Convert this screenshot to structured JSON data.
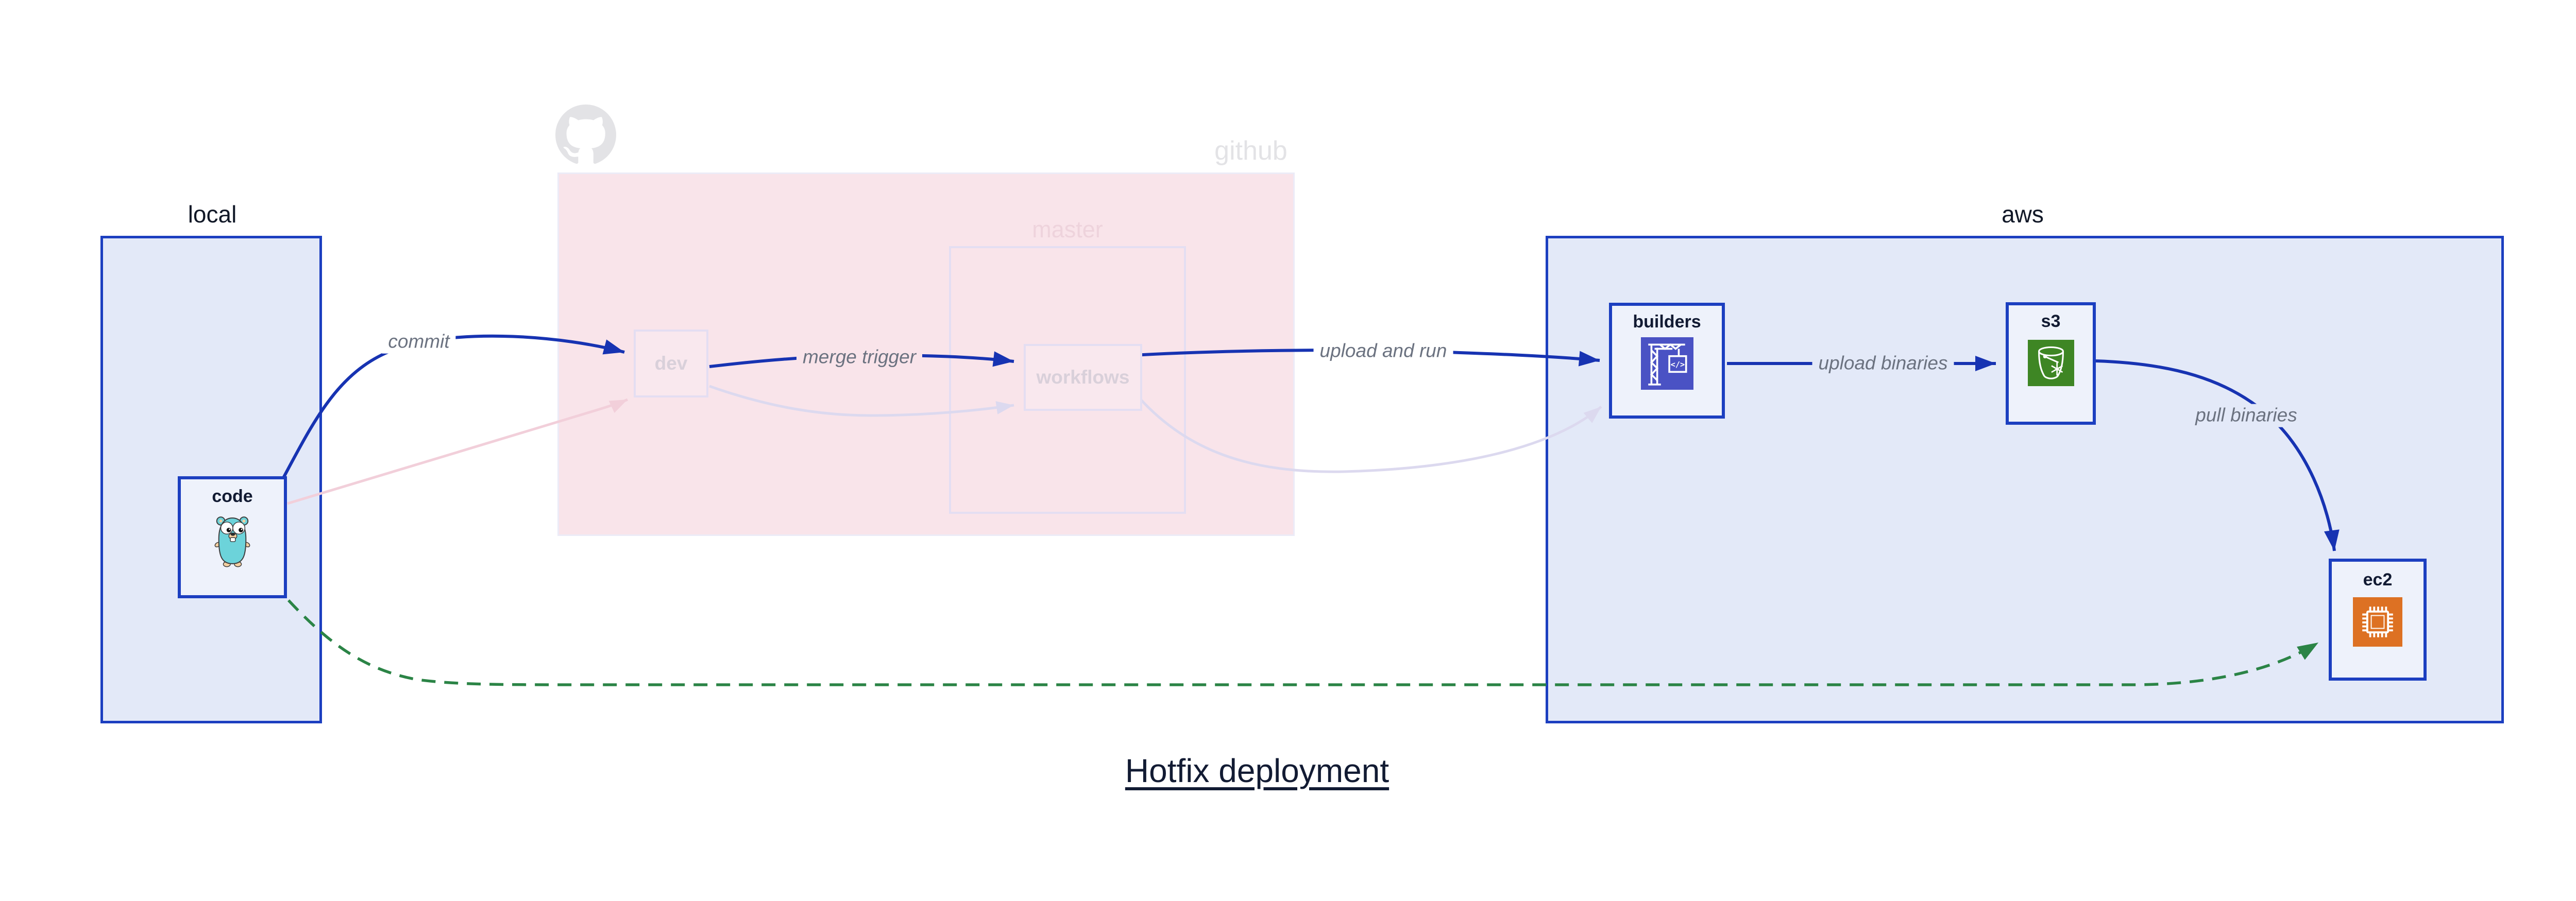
{
  "title": {
    "text": "Hotfix deployment"
  },
  "clusters": {
    "local": {
      "label": "local"
    },
    "github": {
      "label": "github"
    },
    "master": {
      "label": "master"
    },
    "aws": {
      "label": "aws"
    }
  },
  "nodes": {
    "code": {
      "label": "code",
      "icon": "go-gopher-icon"
    },
    "dev": {
      "label": "dev"
    },
    "workflows": {
      "label": "workflows"
    },
    "builders": {
      "label": "builders",
      "icon": "aws-codebuild-icon"
    },
    "s3": {
      "label": "s3",
      "icon": "aws-s3-icon"
    },
    "ec2": {
      "label": "ec2",
      "icon": "aws-ec2-icon"
    }
  },
  "edges": {
    "commit": {
      "label": "commit",
      "style": "solid-blue"
    },
    "merge_trigger": {
      "label": "merge trigger",
      "style": "solid-blue"
    },
    "upload_and_run": {
      "label": "upload and run",
      "style": "solid-blue"
    },
    "upload_binaries": {
      "label": "upload binaries",
      "style": "solid-blue"
    },
    "pull_binaries": {
      "label": "pull binaries",
      "style": "solid-blue"
    },
    "code_to_dev": {
      "label": "",
      "style": "faded-pink"
    },
    "dev_to_workflows": {
      "label": "",
      "style": "faded-lavender"
    },
    "workflows_to_builders": {
      "label": "",
      "style": "faded-lavender"
    },
    "code_to_ec2_hotfix": {
      "label": "",
      "style": "dashed-green"
    }
  },
  "colors": {
    "edge_blue": "#1733b2",
    "edge_green": "#2b8446",
    "edge_faded_pink": "#f2cfda",
    "edge_faded_lavender": "#dcd9ef",
    "cluster_blue_fill": "#e3e9f8",
    "cluster_blue_border": "#1c3fc0",
    "cluster_pink_fill": "#f9e4ea",
    "node_fill": "#eef2fb",
    "node_border": "#1c3fc0",
    "faded_node_border": "#e4def2",
    "codebuild_icon_bg": "#4a52c4",
    "s3_icon_bg": "#3e8624",
    "ec2_icon_bg": "#dd7123",
    "gopher_teal": "#6cd3da",
    "text_navy": "#121b33",
    "text_dark": "#111827",
    "label_gray": "#6b7280",
    "faded_text": "#d9d0da",
    "master_label": "#eed3dc",
    "github_gray": "#e3e3e6"
  }
}
